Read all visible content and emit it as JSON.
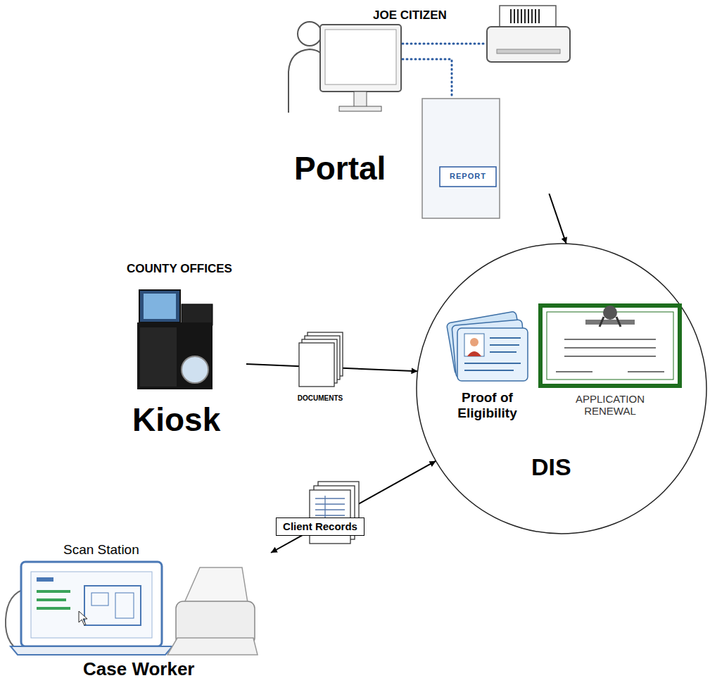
{
  "diagram": {
    "nodes": [
      {
        "text": [
          "JOE CITIZEN",
          "Portal"
        ]
      },
      {
        "text": [
          "COUNTY OFFICES",
          "Kiosk"
        ]
      },
      {
        "text": [
          "DIS"
        ]
      },
      {
        "text": [
          "Proof of Eligibility"
        ],
        "in": 2
      },
      {
        "text": [
          "APPLICATION RENEWAL"
        ],
        "in": 2
      },
      {
        "text": [
          "Scan Station",
          "Case Worker"
        ]
      }
    ],
    "edges": [
      {
        "from": 0,
        "to": 2,
        "arrow": "to"
      },
      {
        "from": 1,
        "to": 2,
        "label": "DOCUMENTS",
        "arrow": "to"
      },
      {
        "from": 5,
        "to": 2,
        "label": "Client Records",
        "arrow": "both"
      }
    ],
    "labels": [
      "REPORT"
    ]
  }
}
